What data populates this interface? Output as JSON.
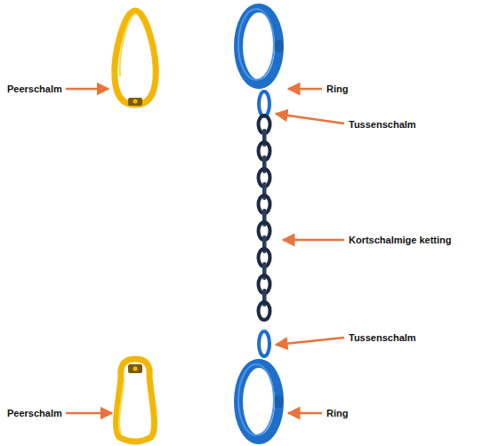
{
  "diagram": {
    "labels": [
      "Peerschalm",
      "Ring",
      "Tussenschalm",
      "Kortschalmige ketting",
      "Tussenschalm",
      "Peerschalm",
      "Ring"
    ]
  }
}
